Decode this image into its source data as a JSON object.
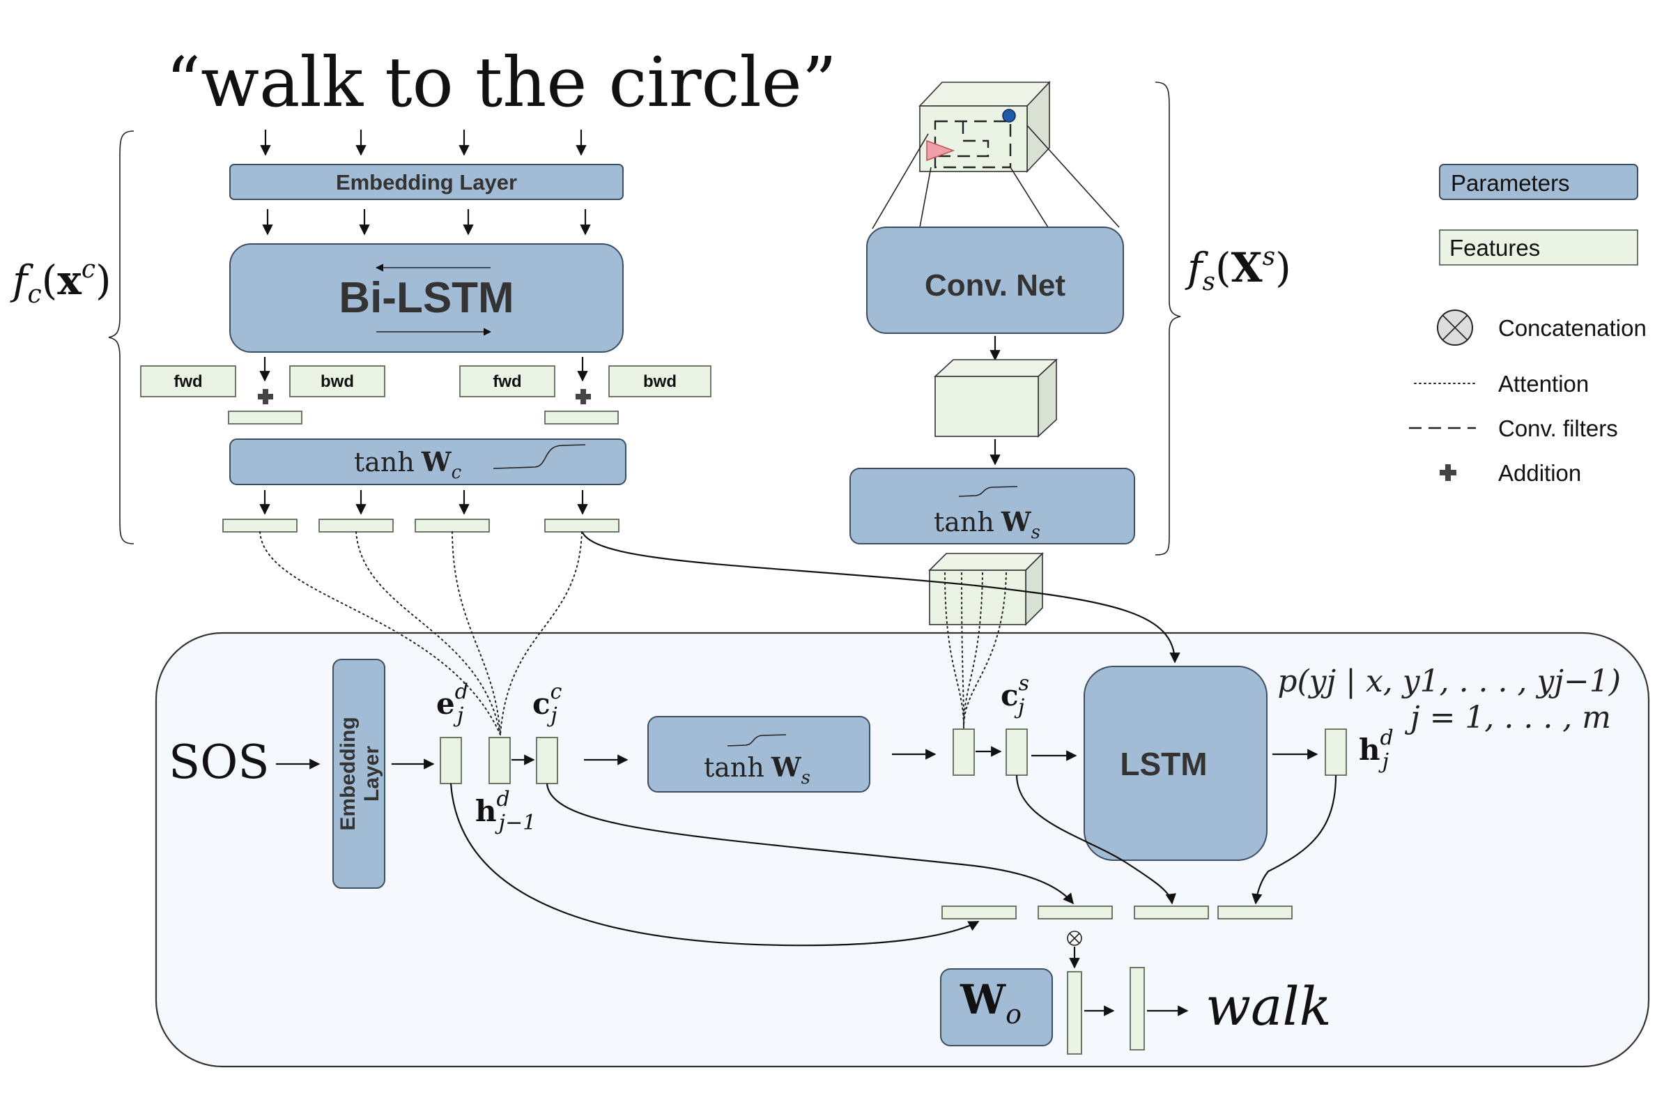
{
  "quote": "“walk to the circle”",
  "encoder": {
    "embedding_label": "Embedding Layer",
    "bilstm_label": "Bi-LSTM",
    "fwd_label": "fwd",
    "bwd_label": "bwd",
    "tanh_label": "tanh",
    "wc_symbol": "W",
    "wc_sub": "c",
    "fc_f": "f",
    "fc_sub": "c",
    "fc_x": "x",
    "fc_sup": "c"
  },
  "scene": {
    "convnet_label": "Conv. Net",
    "tanh_label": "tanh",
    "ws_symbol": "W",
    "ws_sub": "s",
    "fs_f": "f",
    "fs_sub": "s",
    "fs_x": "X",
    "fs_sup": "s"
  },
  "legend": {
    "parameters": "Parameters",
    "features": "Features",
    "concatenation": "Concatenation",
    "attention": "Attention",
    "conv_filters": "Conv. filters",
    "addition": "Addition"
  },
  "decoder": {
    "sos": "SOS",
    "embedding_line1": "Embedding",
    "embedding_line2": "Layer",
    "e_sym": "e",
    "e_sup": "d",
    "e_sub": "j",
    "h_prev_sym": "h",
    "h_prev_sup": "d",
    "h_prev_sub": "j−1",
    "c_c_sym": "c",
    "c_c_sup": "c",
    "c_c_sub": "j",
    "tanh_label": "tanh",
    "ws_symbol": "W",
    "ws_sub": "s",
    "c_s_sym": "c",
    "c_s_sup": "s",
    "c_s_sub": "j",
    "lstm_label": "LSTM",
    "h_sym": "h",
    "h_sup": "d",
    "h_sub": "j",
    "prob_line1": "p(yj | x, y1, . . . , yj−1)",
    "prob_line2": "j = 1, . . . , m",
    "wo_symbol": "W",
    "wo_sub": "o",
    "output_word": "walk"
  },
  "colors": {
    "parameter_fill": "#a2bcd6",
    "feature_fill": "#ebf3e4",
    "decoder_panel": "#f5f8fc",
    "agent_triangle": "#f0a0a8",
    "goal_circle": "#1d5aa8"
  }
}
